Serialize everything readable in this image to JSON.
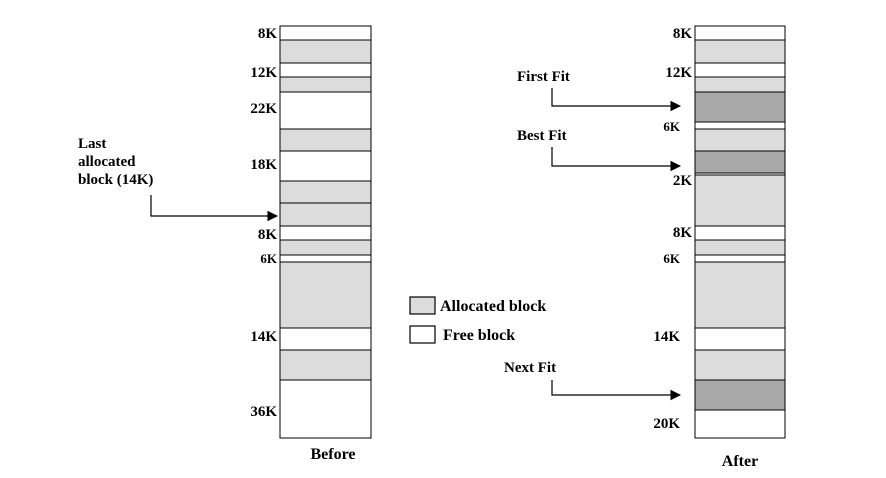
{
  "colors": {
    "allocated": "#dcdcdc",
    "free": "#ffffff",
    "newly_allocated": "#a9a9a9",
    "stroke": "#000000"
  },
  "before": {
    "caption": "Before",
    "size_labels": [
      "8K",
      "12K",
      "22K",
      "18K",
      "8K",
      "6K",
      "14K",
      "36K"
    ]
  },
  "after": {
    "caption": "After",
    "size_labels": [
      "8K",
      "12K",
      "6K",
      "2K",
      "8K",
      "6K",
      "14K",
      "20K"
    ]
  },
  "annotations": {
    "last_allocated": [
      "Last",
      "allocated",
      "block (14K)"
    ],
    "first_fit": "First Fit",
    "best_fit": "Best Fit",
    "next_fit": "Next Fit"
  },
  "legend": {
    "allocated": "Allocated block",
    "free": "Free block"
  }
}
